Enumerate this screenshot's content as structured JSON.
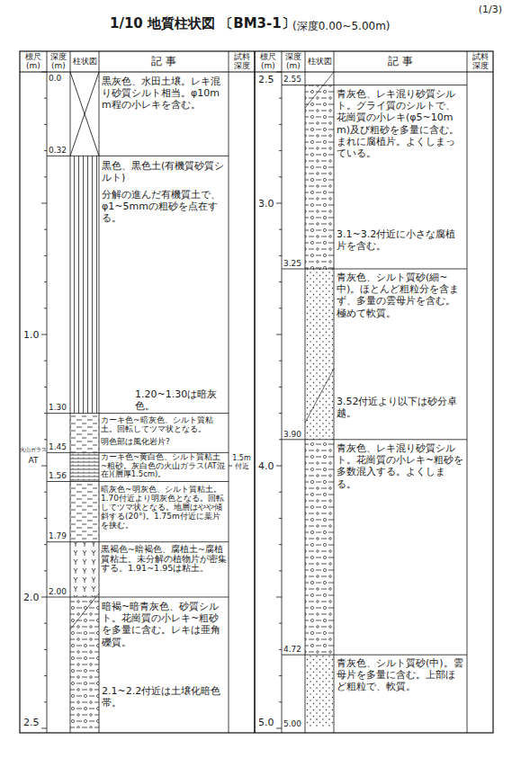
{
  "diagram": {
    "title": "1/10 地質柱状図 〔BM3-1〕",
    "labels": [
      "(1/3)",
      "(深度0.00~5.00m)",
      "標尺 (m)",
      "深度 (m)",
      "柱状図",
      "記 事",
      "試料深度",
      "標尺 (m)",
      "深度 (m)",
      "柱状図",
      "記 事",
      "試料深度",
      "0.0",
      "黒灰色、水田土壌。レキ混り砂質シルト相当。φ10mm程の小レキを含む。",
      "0.32",
      "黒色、黒色土(有機質砂質シルト)",
      "分解の進んだ有機質土で、φ1~5mmの粗砂を点在する。",
      "1.20~1.30は暗灰色。",
      "1.30",
      "カーキ色~暗灰色、シルト質粘土。回転してツマ状となる。",
      "明色部は風化岩片?",
      "1.45",
      "火山ガラス",
      "AT",
      "カーキ色~黄白色、シルト質粘土~粗砂。灰白色の火山ガラス(AT混在)(層厚1.5cm)。",
      "1.5m付近",
      "1.56",
      "暗灰色~明灰色、シルト質粘土。1.70付近より明灰色となる。回転してツマ状となる。地層はやや傾斜する(20°)。1.75m付近に葉片を挟む。",
      "1.79",
      "黒褐色~暗褐色、腐植土~腐植質粘土。未分解の植物片が密集する。1.91~1.95は粘土。",
      "2.00",
      "暗褐~暗青灰色、砂質シルト。花崗質の小レキ~粗砂を多量に含む。レキは亜角礫質。",
      "2.1~2.2付近は土壌化暗色帯。",
      "1.0",
      "2.0",
      "2.5",
      "2.5",
      "3.0",
      "4.0",
      "5.0",
      "2.55",
      "青灰色、レキ混り砂質シルト。グライ質のシルトで、花崗質の小レキ(φ5~10mm)及び粗砂を多量に含む。まれに腐植片。よくしまっている。",
      "3.1~3.2付近に小さな腐植片を含む。",
      "3.25",
      "青灰色、シルト質砂(細~中)。ほとんど粗粒分を含まず、多量の雲母片を含む。極めて軟質。",
      "3.52付近より以下は砂分卓越。",
      "3.90",
      "青灰色、レキ混り砂質シルト。花崗質の小レキ~粗砂を多数混入する。よくしまる。",
      "4.72",
      "青灰色、シルト質砂(中)。雲母片を多量に含む。上部ほど粗粒で、軟質。",
      "5.00"
    ]
  }
}
